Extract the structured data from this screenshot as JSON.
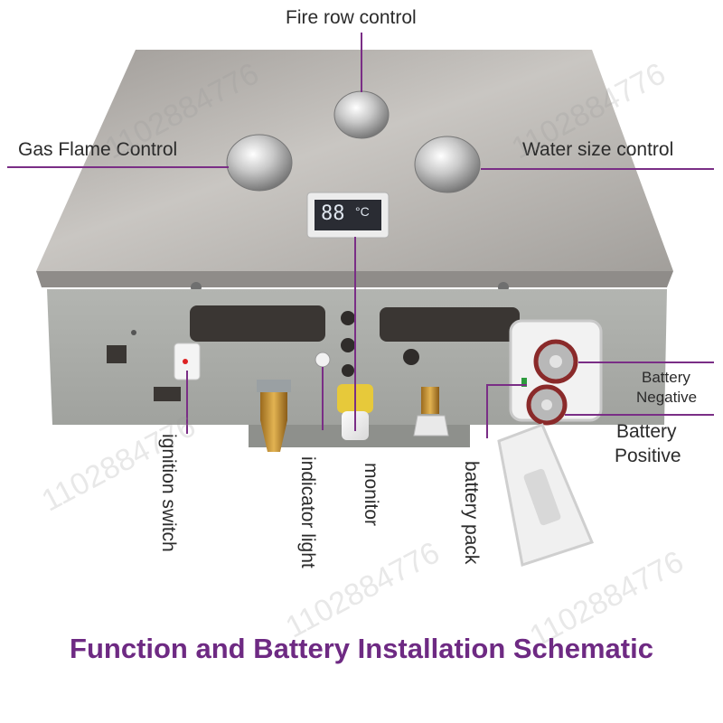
{
  "labels": {
    "fire_row_control": "Fire row control",
    "gas_flame_control": "Gas Flame Control",
    "water_size_control": "Water size control",
    "battery_negative_line1": "Battery",
    "battery_negative_line2": "Negative",
    "battery_positive_line1": "Battery",
    "battery_positive_line2": "Positive",
    "ignition_switch": "ignition switch",
    "indicator_light": "indicator light",
    "monitor": "monitor",
    "battery_pack": "battery pack"
  },
  "display": {
    "readout": "88",
    "unit": "°C"
  },
  "title": "Function and Battery Installation Schematic",
  "watermark": "1102884776",
  "colors": {
    "accent": "#7a2e86",
    "title": "#6e2a83",
    "body_metal": "#b9b6b2",
    "panel_gray": "#a6a8a4"
  }
}
